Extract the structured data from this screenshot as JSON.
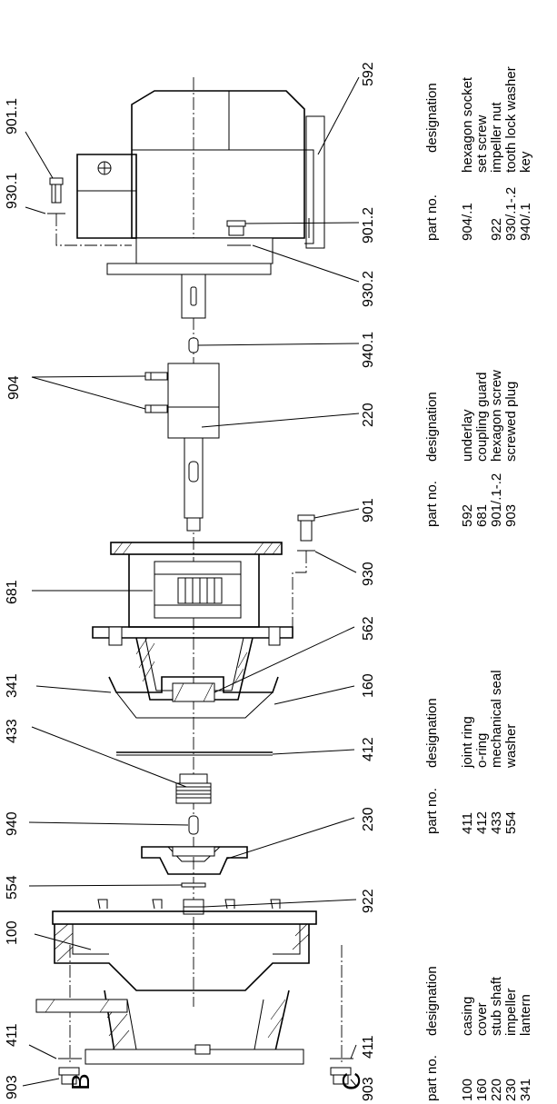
{
  "drawing": {
    "callouts": {
      "c901_1": "901.1",
      "c930_1": "930.1",
      "c904": "904",
      "c681": "681",
      "c341": "341",
      "c433": "433",
      "c940": "940",
      "c554": "554",
      "c100": "100",
      "c411a": "411",
      "c903a": "903",
      "c592": "592",
      "c901_2": "901.2",
      "c930_2": "930.2",
      "c940_1": "940.1",
      "c220": "220",
      "c901": "901",
      "c930": "930",
      "c562": "562",
      "c160": "160",
      "c412": "412",
      "c230": "230",
      "c922": "922",
      "c411b": "411",
      "c903b": "903"
    },
    "letters": {
      "b": "B",
      "c": "C"
    }
  },
  "parts_table": {
    "groups": [
      {
        "header_part": "part no.",
        "header_designation": "designation",
        "rows": [
          {
            "no": "100",
            "designation": "casing"
          },
          {
            "no": "160",
            "designation": "cover"
          },
          {
            "no": "220",
            "designation": "stub shaft"
          },
          {
            "no": "230",
            "designation": "impeller"
          },
          {
            "no": "341",
            "designation": "lantern"
          }
        ]
      },
      {
        "header_part": "part no.",
        "header_designation": "designation",
        "rows": [
          {
            "no": "411",
            "designation": "joint ring"
          },
          {
            "no": "412",
            "designation": "o-ring"
          },
          {
            "no": "433",
            "designation": "mechanical seal"
          },
          {
            "no": "554",
            "designation": "washer"
          }
        ]
      },
      {
        "header_part": "part no.",
        "header_designation": "designation",
        "rows": [
          {
            "no": "592",
            "designation": "underlay"
          },
          {
            "no": "681",
            "designation": "coupling guard"
          },
          {
            "no": "901/.1-.2",
            "designation": "hexagon screw"
          },
          {
            "no": "903",
            "designation": "screwed plug"
          }
        ]
      },
      {
        "header_part": "part no.",
        "header_designation": "designation",
        "rows": [
          {
            "no": "904/.1",
            "designation": "hexagon socket"
          },
          {
            "no": "",
            "designation": "set screw"
          },
          {
            "no": "922",
            "designation": "impeller nut"
          },
          {
            "no": "930/.1-.2",
            "designation": "tooth lock washer"
          },
          {
            "no": "940/.1",
            "designation": "key"
          }
        ]
      }
    ]
  }
}
